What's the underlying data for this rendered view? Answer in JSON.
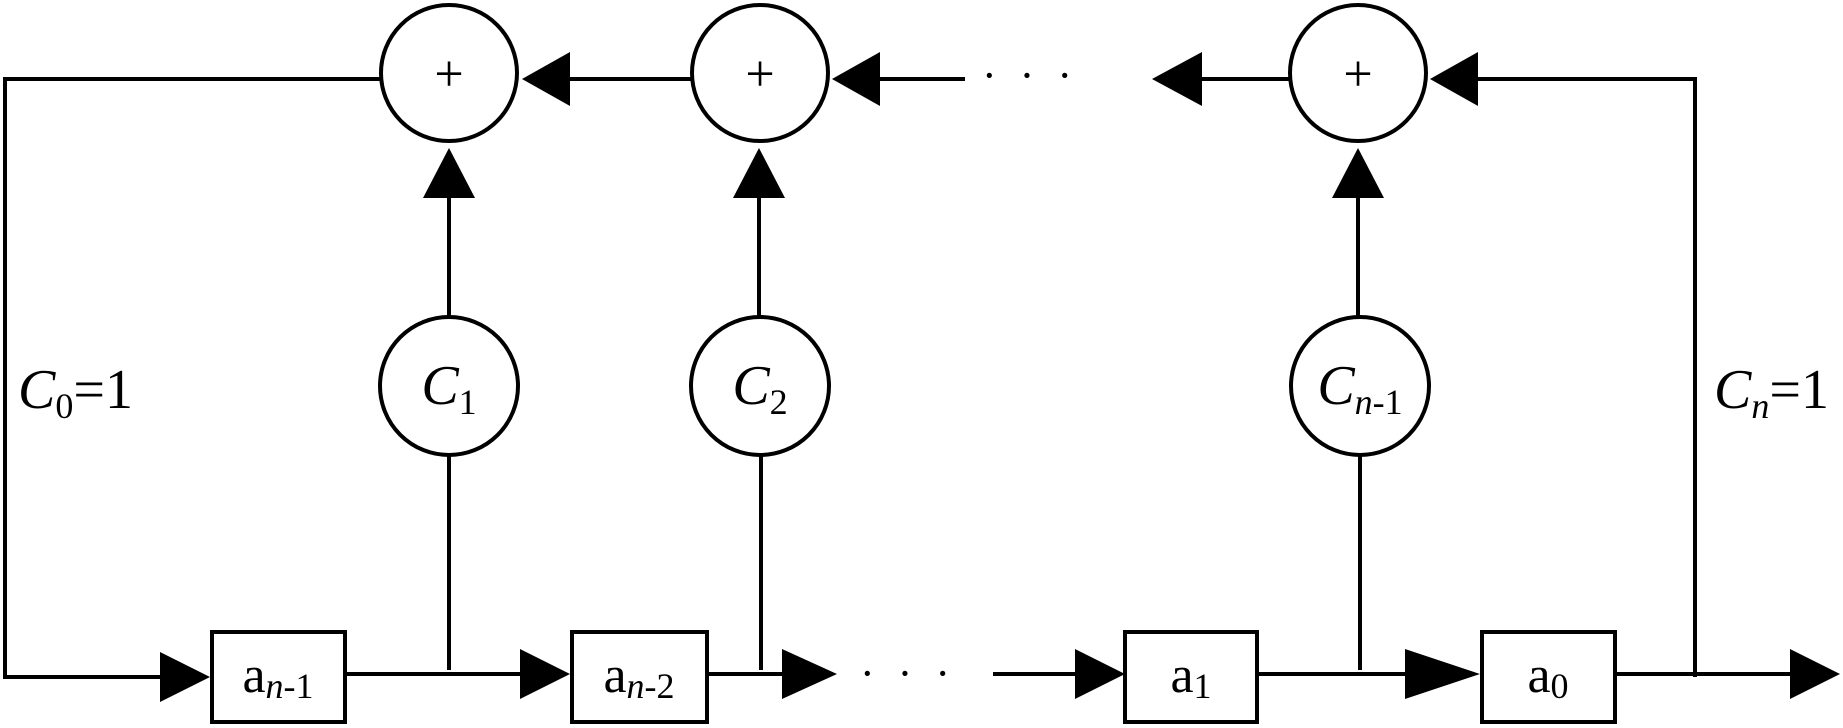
{
  "diagram": {
    "adders": [
      {
        "id": "adder-1",
        "symbol": "+"
      },
      {
        "id": "adder-2",
        "symbol": "+"
      },
      {
        "id": "adder-n",
        "symbol": "+"
      }
    ],
    "coefficients": [
      {
        "base": "C",
        "sub_num": "1",
        "sub_var": ""
      },
      {
        "base": "C",
        "sub_num": "2",
        "sub_var": ""
      },
      {
        "base": "C",
        "sub_var": "n",
        "sub_num": "-1"
      }
    ],
    "registers": [
      {
        "base": "a",
        "sub_var": "n",
        "sub_num": "-1"
      },
      {
        "base": "a",
        "sub_var": "n",
        "sub_num": "-2"
      },
      {
        "base": "a",
        "sub_var": "",
        "sub_num": "1"
      },
      {
        "base": "a",
        "sub_var": "",
        "sub_num": "0"
      }
    ],
    "left_feedback": {
      "base": "C",
      "sub": "0",
      "eq": "=1"
    },
    "right_feedback": {
      "base": "C",
      "sub": "n",
      "eq": "=1"
    },
    "ellipsis_top": "· · ·",
    "ellipsis_bottom": "· · ·"
  }
}
